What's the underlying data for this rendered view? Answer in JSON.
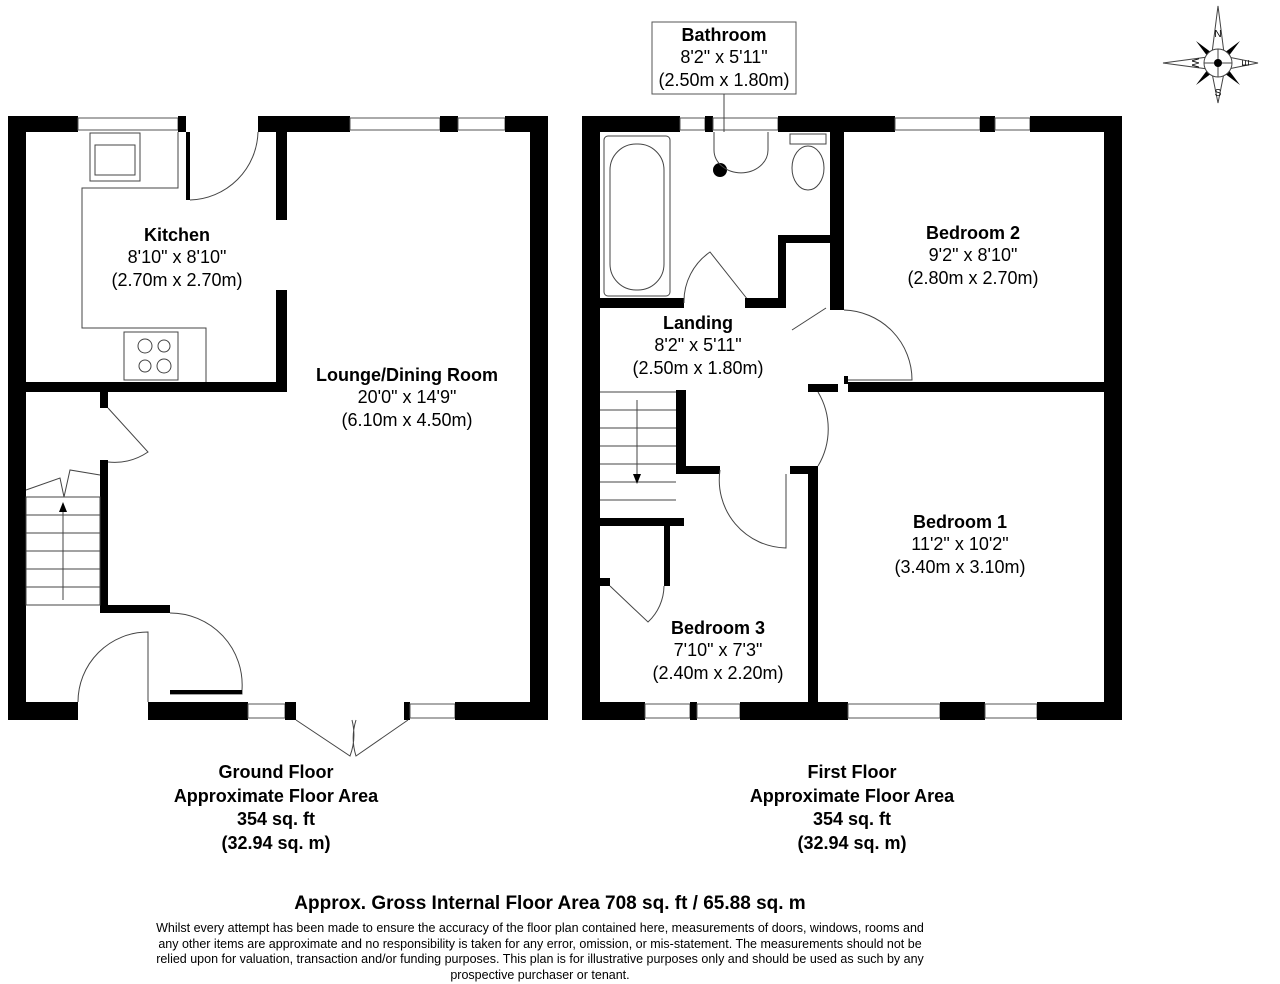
{
  "rooms": {
    "kitchen": {
      "name": "Kitchen",
      "imperial": "8'10\" x 8'10\"",
      "metric": "(2.70m x 2.70m)"
    },
    "lounge": {
      "name": "Lounge/Dining Room",
      "imperial": "20'0\" x 14'9\"",
      "metric": "(6.10m x 4.50m)"
    },
    "bathroom": {
      "name": "Bathroom",
      "imperial": "8'2\" x 5'11\"",
      "metric": "(2.50m x 1.80m)"
    },
    "bedroom2": {
      "name": "Bedroom 2",
      "imperial": "9'2\" x 8'10\"",
      "metric": "(2.80m x 2.70m)"
    },
    "landing": {
      "name": "Landing",
      "imperial": "8'2\" x 5'11\"",
      "metric": "(2.50m x 1.80m)"
    },
    "bedroom1": {
      "name": "Bedroom 1",
      "imperial": "11'2\" x 10'2\"",
      "metric": "(3.40m x 3.10m)"
    },
    "bedroom3": {
      "name": "Bedroom 3",
      "imperial": "7'10\" x 7'3\"",
      "metric": "(2.40m x 2.20m)"
    }
  },
  "floors": {
    "ground": {
      "title": "Ground Floor",
      "subtitle": "Approximate Floor Area",
      "sqft": "354 sq. ft",
      "sqm": "(32.94 sq. m)"
    },
    "first": {
      "title": "First Floor",
      "subtitle": "Approximate Floor Area",
      "sqft": "354 sq. ft",
      "sqm": "(32.94 sq. m)"
    }
  },
  "compass": {
    "n": "N",
    "e": "E",
    "s": "S",
    "w": "W"
  },
  "gross_area": "Approx. Gross Internal Floor Area 708 sq. ft / 65.88 sq. m",
  "disclaimer": "Whilst every attempt has been made to ensure the accuracy of the floor plan contained here, measurements of doors, windows, rooms and any other items are approximate and no responsibility is taken for any error, omission, or mis-statement. The measurements should not be relied upon for valuation, transaction and/or funding purposes. This plan is for illustrative purposes only and should be used as such by any prospective purchaser or tenant."
}
